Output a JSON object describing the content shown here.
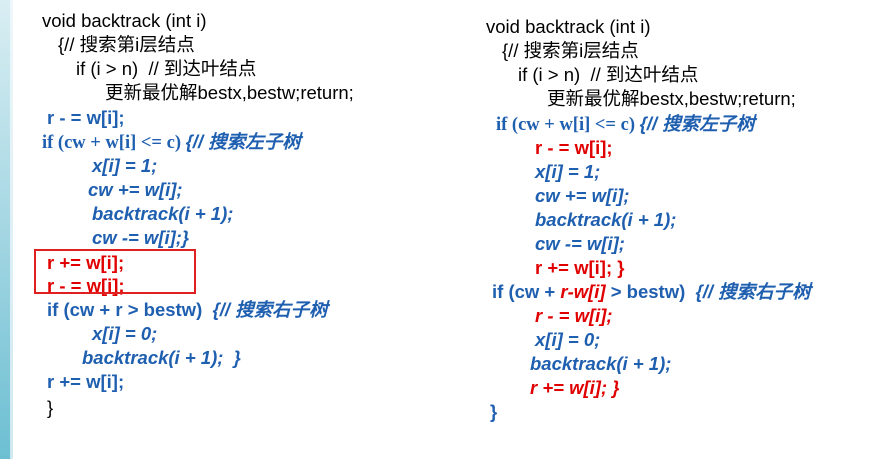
{
  "left": {
    "lines": [
      "void backtrack (int i)",
      "{// 搜索第i层结点",
      "if (i > n)  // 到达叶结点",
      "更新最优解bestx,bestw;return;",
      "r - = w[i];",
      "if (cw + w[i] <= c) ",
      "{// 搜索左子树",
      "x[i] = 1;",
      "cw += w[i];",
      "backtrack(i + 1);",
      "cw -= w[i];}",
      "r += w[i];",
      "r - = w[i];",
      "if (cw + r > bestw)  ",
      "{// 搜索右子树",
      "x[i] = 0;",
      "backtrack(i + 1);  }",
      "r += w[i];",
      "}"
    ]
  },
  "right": {
    "lines": [
      "void backtrack (int i)",
      "{// 搜索第i层结点",
      "if (i > n)  // 到达叶结点",
      "更新最优解bestx,bestw;return;",
      "if (cw + w[i] <= c) ",
      "{// 搜索左子树",
      "r - = w[i];",
      "x[i] = 1;",
      "cw += w[i];",
      "backtrack(i + 1);",
      "cw -= w[i];",
      "r += w[i]; }",
      "if (cw + ",
      "r-w[i]",
      " > bestw)  ",
      "{// 搜索右子树",
      "r - = w[i];",
      "x[i] = 0;",
      "backtrack(i + 1);",
      "r += w[i]; }",
      "}"
    ]
  },
  "colors": {
    "keyword_blue": "#1f5fb0",
    "highlight_red": "#e00000",
    "plain_text": "#000000",
    "box_border": "#e02020",
    "accent_bar": "#6cbfd2"
  }
}
